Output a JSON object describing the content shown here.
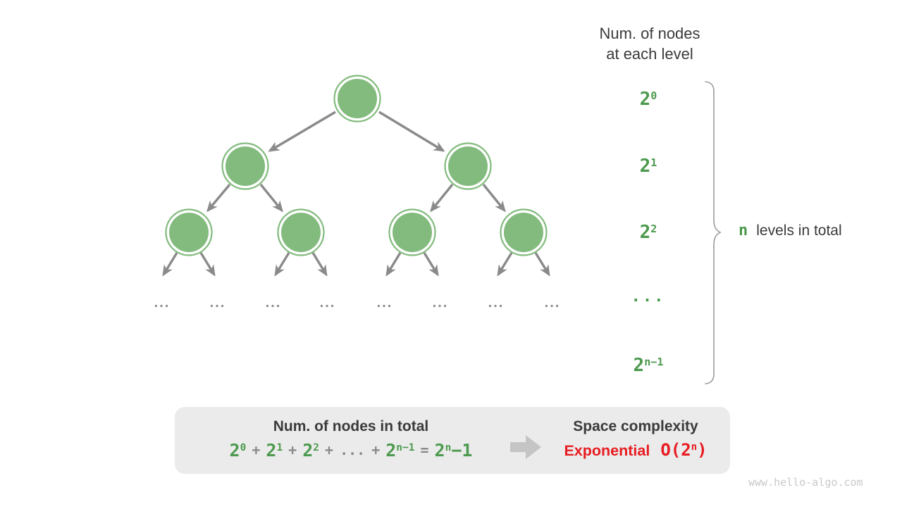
{
  "colors": {
    "node_green": "#82bb7d",
    "text_green": "#4d9a4f",
    "dark_text": "#3a3a3a",
    "arrow_gray": "#8a8a8a",
    "brace_gray": "#9b9b9b",
    "box_background": "#ebebeb",
    "block_arrow_gray": "#c5c5c5",
    "complexity_red": "#e81c21",
    "watermark_gray": "#c9c9c9"
  },
  "levels_header": {
    "line1": "Num. of nodes",
    "line2": "at each level"
  },
  "level_labels": [
    {
      "base": "2",
      "sup": "0"
    },
    {
      "base": "2",
      "sup": "1"
    },
    {
      "base": "2",
      "sup": "2"
    },
    {
      "base": "...",
      "sup": ""
    },
    {
      "base": "2",
      "sup": "n−1"
    }
  ],
  "brace_label": {
    "n": "n",
    "text": "levels in total"
  },
  "tree": {
    "dots": [
      "...",
      "...",
      "...",
      "...",
      "...",
      "...",
      "...",
      "..."
    ]
  },
  "summary": {
    "left_title": "Num. of nodes in total",
    "formula": {
      "b0": "2",
      "s0": "0",
      "plus": "+",
      "b1": "2",
      "s1": "1",
      "b2": "2",
      "s2": "2",
      "dots": "...",
      "b3": "2",
      "s3": "n−1",
      "eq": "=",
      "b4": "2",
      "s4": "n",
      "tail": "−1"
    },
    "right_title": "Space complexity",
    "complexity_name": "Exponential",
    "big_o": {
      "prefix": "O(2",
      "sup": "n",
      "suffix": ")"
    }
  },
  "watermark": "www.hello-algo.com"
}
